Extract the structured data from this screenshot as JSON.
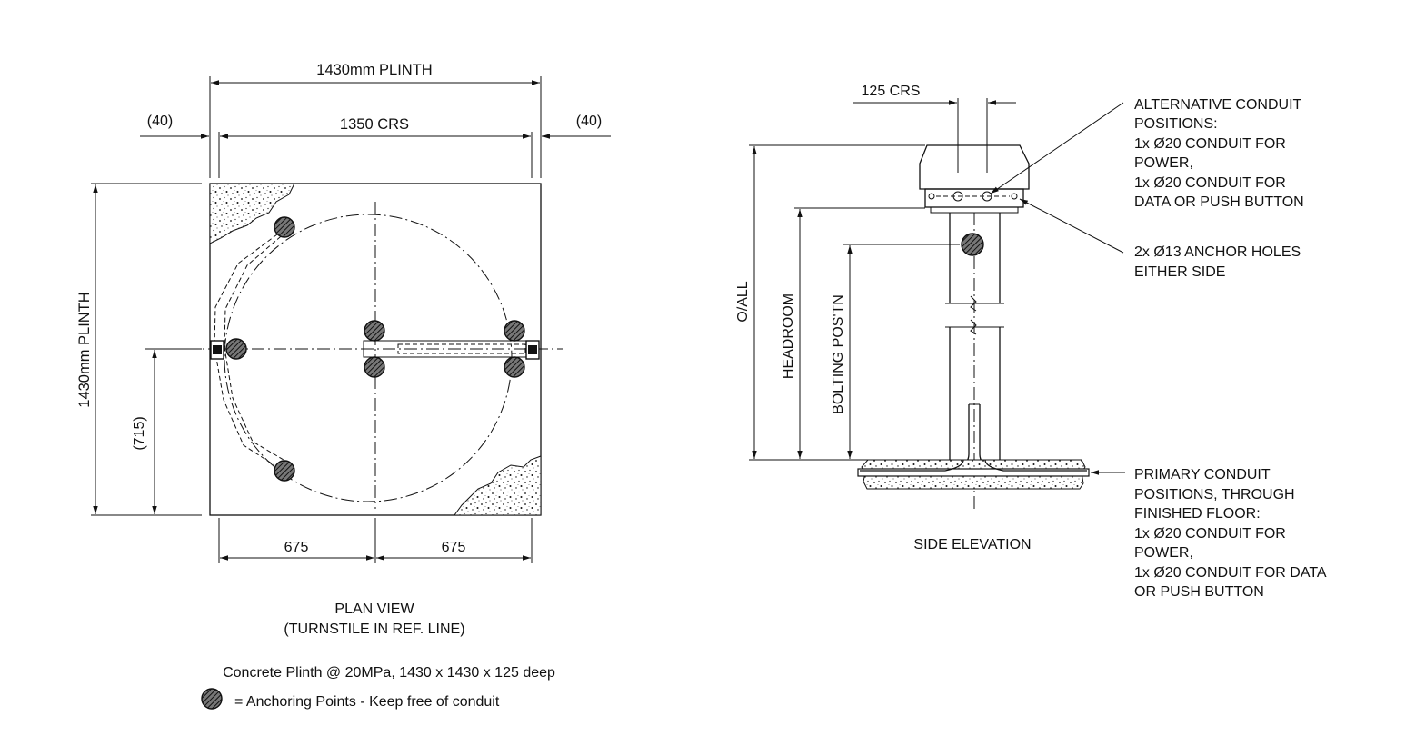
{
  "plan": {
    "top_dim_label": "1430mm PLINTH",
    "crs_label": "1350 CRS",
    "left_offset_label": "(40)",
    "right_offset_label": "(40)",
    "height_dim_label": "1430mm PLINTH",
    "half_height_label": "(715)",
    "bottom_left_label": "675",
    "bottom_right_label": "675",
    "title": "PLAN VIEW",
    "subtitle": "(TURNSTILE IN REF. LINE)",
    "spec_note": "Concrete Plinth @ 20MPa, 1430 x 1430 x 125 deep",
    "legend_text": "= Anchoring Points - Keep free of conduit"
  },
  "side": {
    "crs_label": "125 CRS",
    "oall_label": "O/ALL",
    "headroom_label": "HEADROOM",
    "bolting_label": "BOLTING POS'TN",
    "title": "SIDE ELEVATION",
    "alt_conduit_note": [
      "ALTERNATIVE CONDUIT",
      "POSITIONS:",
      "1x Ø20 CONDUIT FOR",
      "POWER,",
      "1x Ø20 CONDUIT FOR",
      "DATA OR PUSH BUTTON"
    ],
    "anchor_holes_note": [
      "2x Ø13 ANCHOR HOLES",
      "EITHER SIDE"
    ],
    "primary_conduit_note": [
      "PRIMARY CONDUIT",
      "POSITIONS, THROUGH",
      "FINISHED FLOOR:",
      "1x Ø20 CONDUIT FOR",
      "POWER,",
      "1x Ø20 CONDUIT FOR DATA",
      "OR PUSH BUTTON"
    ]
  }
}
